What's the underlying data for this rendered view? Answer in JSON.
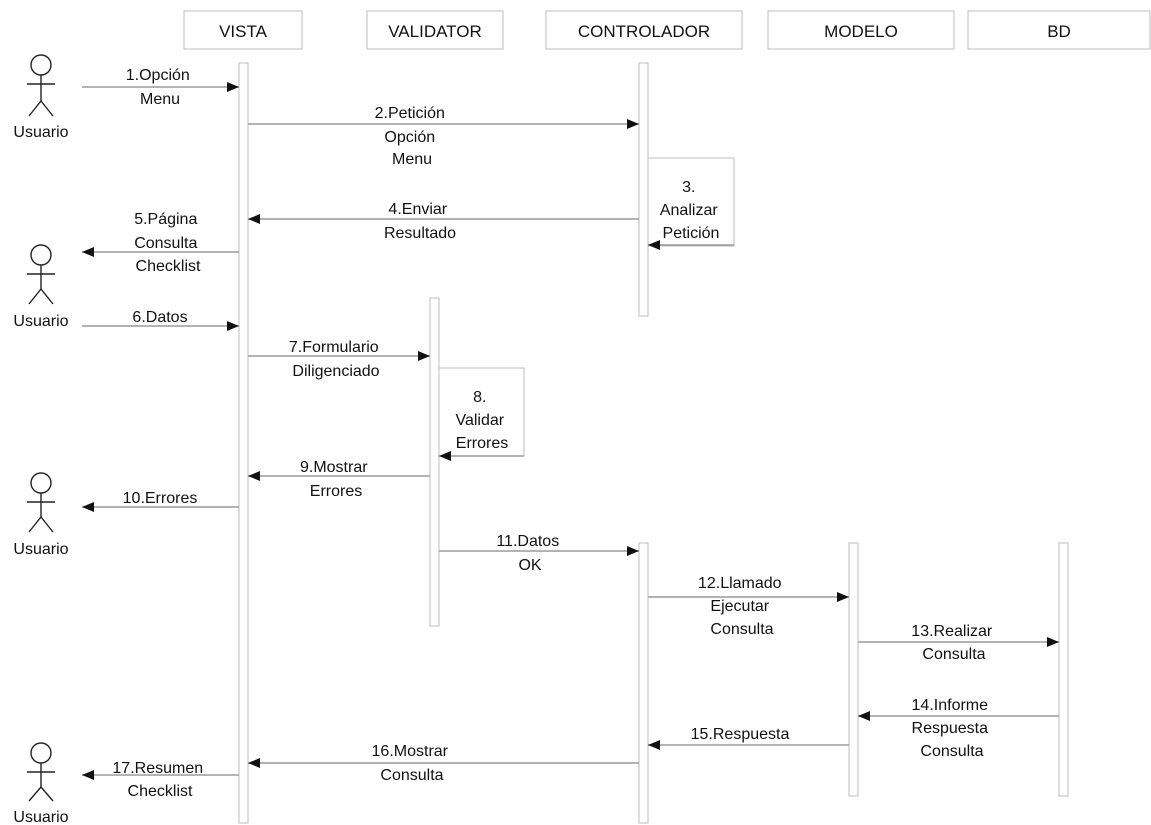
{
  "participants": {
    "vista": "VISTA",
    "validator": "VALIDATOR",
    "controlador": "CONTROLADOR",
    "modelo": "MODELO",
    "bd": "BD"
  },
  "actor_label": "Usuario",
  "messages": {
    "m1": [
      "1.Opción",
      "Menu"
    ],
    "m2": [
      "2.Petición",
      "Opción",
      "Menu"
    ],
    "m3": [
      "3.",
      "Analizar",
      "Petición"
    ],
    "m4": [
      "4.Enviar",
      "Resultado"
    ],
    "m5": [
      "5.Página",
      "Consulta",
      "Checklist"
    ],
    "m6": [
      "6.Datos"
    ],
    "m7": [
      "7.Formulario",
      "Diligenciado"
    ],
    "m8": [
      "8.",
      "Validar",
      "Errores"
    ],
    "m9": [
      "9.Mostrar",
      "Errores"
    ],
    "m10": [
      "10.Errores"
    ],
    "m11": [
      "11.Datos",
      "OK"
    ],
    "m12": [
      "12.Llamado",
      "Ejecutar",
      "Consulta"
    ],
    "m13": [
      "13.Realizar",
      "Consulta"
    ],
    "m14": [
      "14.Informe",
      "Respuesta",
      "Consulta"
    ],
    "m15": [
      "15.Respuesta"
    ],
    "m16": [
      "16.Mostrar",
      "Consulta"
    ],
    "m17": [
      "17.Resumen",
      "Checklist"
    ]
  }
}
